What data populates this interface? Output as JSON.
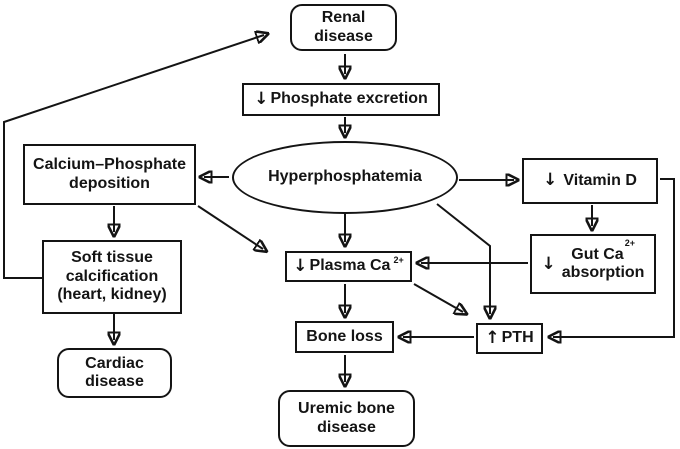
{
  "figure": {
    "type": "flowchart",
    "topic": "Renal disease and hyperphosphatemia pathophysiology",
    "background": "#ffffff",
    "line_color": "#141414"
  },
  "nodes": {
    "renal_disease": {
      "shape": "rounded",
      "lines": [
        "Renal",
        "disease"
      ]
    },
    "phosphate_excretion": {
      "shape": "rect",
      "prefix": "↓",
      "label": "Phosphate excretion"
    },
    "hyperphosphatemia": {
      "shape": "ellipse",
      "label": "Hyperphosphatemia"
    },
    "calcium_phosphate_deposition": {
      "shape": "rect",
      "lines": [
        "Calcium–Phosphate",
        "deposition"
      ]
    },
    "soft_tissue_calcification": {
      "shape": "rect",
      "lines": [
        "Soft tissue",
        "calcification",
        "(heart, kidney)"
      ]
    },
    "cardiac_disease": {
      "shape": "rounded",
      "lines": [
        "Cardiac",
        "disease"
      ]
    },
    "vitamin_d": {
      "shape": "rect",
      "prefix": "↓",
      "label": "Vitamin D"
    },
    "gut_ca_absorption": {
      "shape": "rect",
      "prefix": "↓",
      "line1": "Gut Ca",
      "sup": "2+",
      "line2": "absorption"
    },
    "plasma_ca": {
      "shape": "rect",
      "prefix": "↓",
      "label": "Plasma Ca",
      "sup": "2+"
    },
    "bone_loss": {
      "shape": "rect",
      "label": "Bone loss"
    },
    "pth": {
      "shape": "rect",
      "prefix": "↑",
      "label": "PTH"
    },
    "uremic_bone_disease": {
      "shape": "rounded",
      "lines": [
        "Uremic bone",
        "disease"
      ]
    }
  },
  "edges": [
    {
      "from": "soft-tissue-calcification",
      "to": "renal-disease"
    },
    {
      "from": "renal-disease",
      "to": "phosphate-excretion"
    },
    {
      "from": "phosphate-excretion",
      "to": "hyperphosphatemia"
    },
    {
      "from": "hyperphosphatemia",
      "to": "calcium-phosphate-deposition"
    },
    {
      "from": "hyperphosphatemia",
      "to": "vitamin-d"
    },
    {
      "from": "hyperphosphatemia",
      "to": "plasma-ca"
    },
    {
      "from": "hyperphosphatemia",
      "to": "pth"
    },
    {
      "from": "calcium-phosphate-deposition",
      "to": "plasma-ca"
    },
    {
      "from": "calcium-phosphate-deposition",
      "to": "soft-tissue-calcification"
    },
    {
      "from": "soft-tissue-calcification",
      "to": "cardiac-disease"
    },
    {
      "from": "vitamin-d",
      "to": "gut-ca-absorption"
    },
    {
      "from": "gut-ca-absorption",
      "to": "plasma-ca"
    },
    {
      "from": "plasma-ca",
      "to": "pth"
    },
    {
      "from": "plasma-ca",
      "to": "bone-loss"
    },
    {
      "from": "pth",
      "to": "bone-loss"
    },
    {
      "from": "vitamin-d",
      "to": "pth"
    },
    {
      "from": "bone-loss",
      "to": "uremic-bone-disease"
    }
  ]
}
